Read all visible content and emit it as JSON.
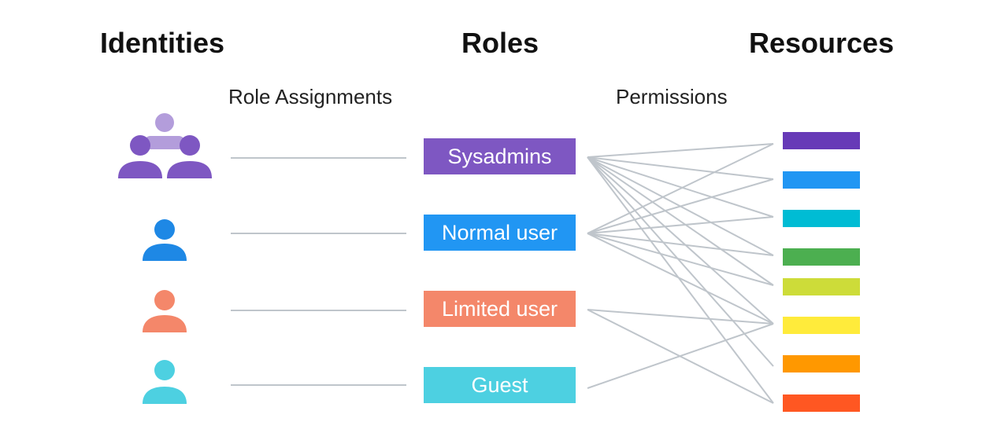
{
  "columns": {
    "identities": "Identities",
    "roles": "Roles",
    "resources": "Resources"
  },
  "links": {
    "role_assignments": "Role Assignments",
    "permissions": "Permissions"
  },
  "identities": [
    {
      "type": "group-icon",
      "color": "#7e57c2",
      "color_light": "#b39ddb"
    },
    {
      "type": "person-icon",
      "color": "#1e88e5"
    },
    {
      "type": "person-icon",
      "color": "#f4876a"
    },
    {
      "type": "person-icon",
      "color": "#4dd0e1"
    }
  ],
  "roles": [
    {
      "label": "Sysadmins",
      "color": "#7e57c2"
    },
    {
      "label": "Normal user",
      "color": "#2196f3"
    },
    {
      "label": "Limited user",
      "color": "#f4876a"
    },
    {
      "label": "Guest",
      "color": "#4dd0e1"
    }
  ],
  "resources": [
    {
      "color": "#673ab7"
    },
    {
      "color": "#2196f3"
    },
    {
      "color": "#00bcd4"
    },
    {
      "color": "#4caf50"
    },
    {
      "color": "#cddc39"
    },
    {
      "color": "#ffeb3b"
    },
    {
      "color": "#ff9800"
    },
    {
      "color": "#ff5722"
    }
  ],
  "line_color": "#bfc5cb",
  "permission_links": [
    [
      0,
      0
    ],
    [
      0,
      1
    ],
    [
      0,
      2
    ],
    [
      0,
      3
    ],
    [
      0,
      4
    ],
    [
      0,
      5
    ],
    [
      0,
      6
    ],
    [
      0,
      7
    ],
    [
      1,
      0
    ],
    [
      1,
      1
    ],
    [
      1,
      2
    ],
    [
      1,
      3
    ],
    [
      1,
      4
    ],
    [
      1,
      5
    ],
    [
      2,
      5
    ],
    [
      2,
      7
    ],
    [
      3,
      5
    ]
  ]
}
